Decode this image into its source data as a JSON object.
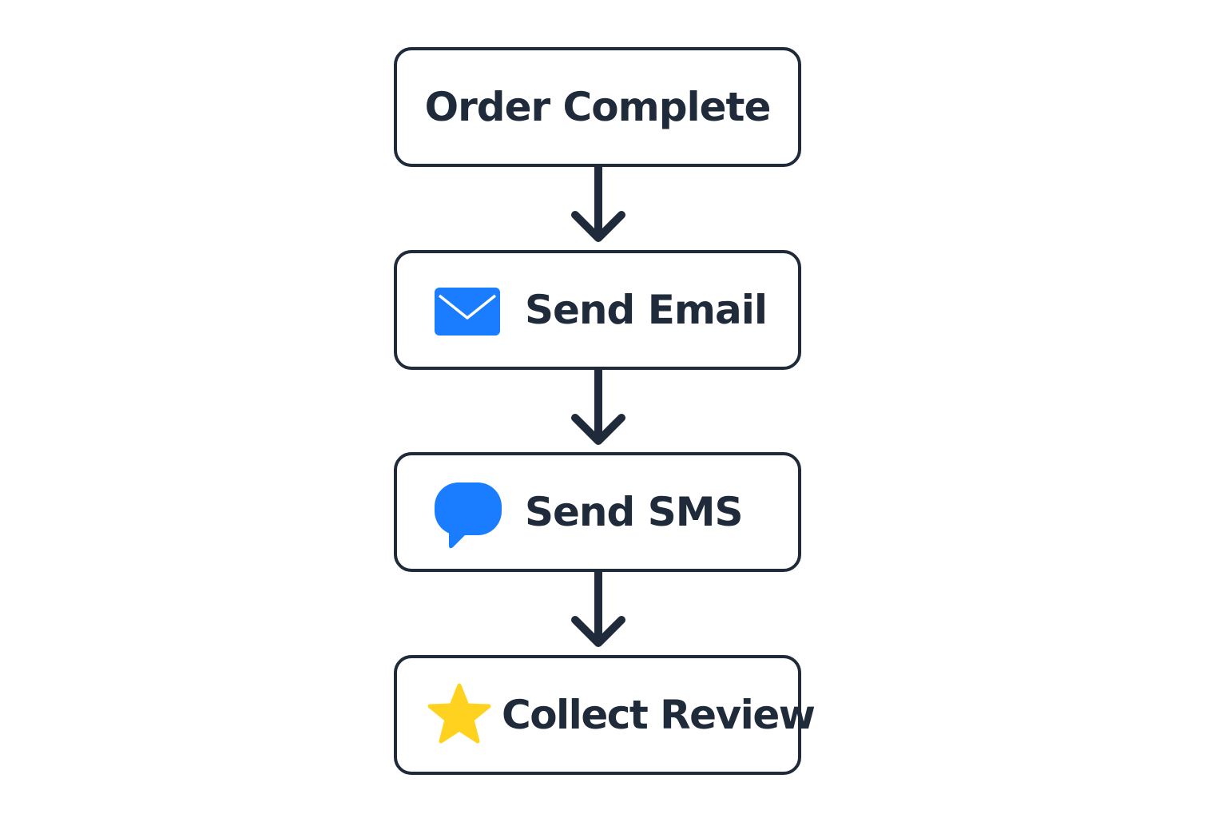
{
  "flow": {
    "steps": [
      {
        "label": "Order Complete",
        "icon": ""
      },
      {
        "label": "Send Email",
        "icon": "envelope-icon"
      },
      {
        "label": "Send SMS",
        "icon": "chat-bubble-icon"
      },
      {
        "label": "Collect Review",
        "icon": "star-icon"
      }
    ],
    "connectors": [
      "down-arrow",
      "down-arrow",
      "down-arrow"
    ]
  },
  "colors": {
    "outline": "#1f2a3a",
    "text": "#1f2a3a",
    "icon_blue": "#1a7cff",
    "star_yellow": "#ffd21f",
    "background": "#ffffff"
  }
}
